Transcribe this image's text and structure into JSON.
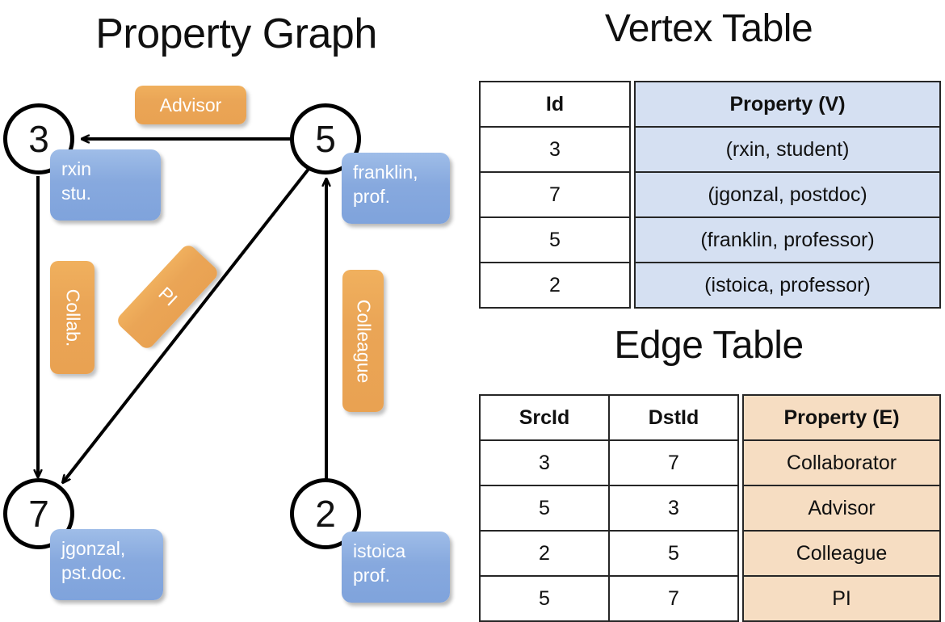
{
  "titles": {
    "graph": "Property Graph",
    "vertex_table": "Vertex Table",
    "edge_table": "Edge Table"
  },
  "graph": {
    "nodes": [
      {
        "id": "3",
        "property": "rxin\nstu."
      },
      {
        "id": "5",
        "property": "franklin,\nprof."
      },
      {
        "id": "7",
        "property": "jgonzal,\npst.doc."
      },
      {
        "id": "2",
        "property": "istoica\nprof."
      }
    ],
    "node_labels": {
      "n3": "3",
      "n5": "5",
      "n7": "7",
      "n2": "2"
    },
    "property_boxes": {
      "rxin_line1": "rxin",
      "rxin_line2": "stu.",
      "franklin_line1": "franklin,",
      "franklin_line2": "prof.",
      "jgonzal_line1": "jgonzal,",
      "jgonzal_line2": "pst.doc.",
      "istoica_line1": "istoica",
      "istoica_line2": "prof."
    },
    "edge_labels": {
      "advisor": "Advisor",
      "collab": "Collab.",
      "pi": "PI",
      "colleague": "Colleague"
    },
    "edges": [
      {
        "from": "5",
        "to": "3",
        "label": "Advisor"
      },
      {
        "from": "3",
        "to": "7",
        "label": "Collab."
      },
      {
        "from": "5",
        "to": "7",
        "label": "PI"
      },
      {
        "from": "2",
        "to": "5",
        "label": "Colleague"
      }
    ]
  },
  "vertex_table": {
    "headers": {
      "id": "Id",
      "property": "Property (V)"
    },
    "rows": [
      {
        "id": "3",
        "property": "(rxin, student)"
      },
      {
        "id": "7",
        "property": "(jgonzal, postdoc)"
      },
      {
        "id": "5",
        "property": "(franklin, professor)"
      },
      {
        "id": "2",
        "property": "(istoica, professor)"
      }
    ]
  },
  "edge_table": {
    "headers": {
      "src": "SrcId",
      "dst": "DstId",
      "property": "Property (E)"
    },
    "rows": [
      {
        "src": "3",
        "dst": "7",
        "property": "Collaborator"
      },
      {
        "src": "5",
        "dst": "3",
        "property": "Advisor"
      },
      {
        "src": "2",
        "dst": "5",
        "property": "Colleague"
      },
      {
        "src": "5",
        "dst": "7",
        "property": "PI"
      }
    ]
  },
  "colors": {
    "vertex_property_fill": "#d5e0f2",
    "edge_property_fill": "#f6ddc2",
    "node_box_blue": "#87a9de",
    "edge_label_orange": "#eaa556",
    "line": "#000000"
  }
}
